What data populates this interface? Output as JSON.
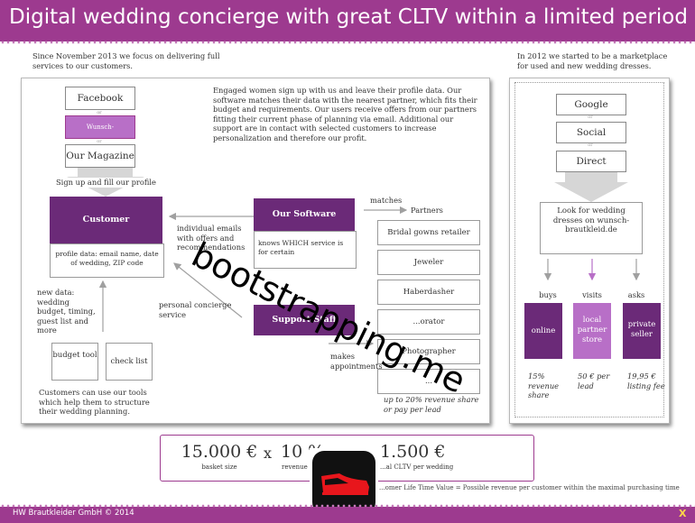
{
  "header": {
    "title": "Digital wedding concierge with great CLTV within a limited period"
  },
  "left_intro": "Since November 2013 we focus on delivering full services to our customers.",
  "right_intro": "In 2012 we started to be a marketplace for used and new wedding dresses.",
  "left_panel": {
    "sources": [
      "Facebook",
      "Wunsch-Brautkleid.de",
      "Our Magazine"
    ],
    "or_label": "or",
    "signup_label": "Sign up and fill our profile",
    "description": "Engaged women sign up with us and leave their profile data. Our software matches their data with the nearest partner, which fits their budget and requirements. Our users receive offers from our partners fitting their current phase of planning via email. Additional our support are in contact with selected customers to increase personalization and therefore our profit.",
    "customer_label": "Customer",
    "customer_profile": "profile data: email name, date of wedding, ZIP code",
    "individual_emails": "individual emails with offers and recommendations",
    "personal_service": "personal concierge service",
    "new_data": "new data: wedding budget, timing, guest list and more",
    "tools": [
      "budget tool",
      "check list"
    ],
    "tools_caption": "Customers can use our tools which help them to structure their wedding planning.",
    "software_label": "Our Software",
    "software_text": "knows WHICH service is for certain",
    "support_label": "Support Staff",
    "matches_label": "matches",
    "partners_label": "Partners",
    "makes_appointments": "makes appointments",
    "partner_list": [
      "Bridal gowns retailer",
      "Jeweler",
      "Haberdasher",
      "...orator",
      "Photographer",
      "..."
    ],
    "revenue_note": "up to 20% revenue share or pay per lead"
  },
  "right_panel": {
    "sources": [
      "Google",
      "Social",
      "Direct"
    ],
    "or_label": "or",
    "lookfor": "Look for wedding dresses on wunsch-brautkleid.de",
    "actions": [
      "buys",
      "visits",
      "asks"
    ],
    "boxes": [
      {
        "label": "online",
        "style": "dark"
      },
      {
        "label": "local partner store",
        "style": "light"
      },
      {
        "label": "private seller",
        "style": "dark"
      }
    ],
    "revenue": [
      "15% revenue share",
      "50 € per lead",
      "19,95 € listing fee"
    ]
  },
  "formula": {
    "basket_value": "15.000 €",
    "basket_label": "basket size",
    "operator": "x",
    "revenue_value": "10 %",
    "revenue_label": "revenue",
    "cltv_value": "1.500 €",
    "cltv_label": "...al CLTV per wedding"
  },
  "cltv_definition": "...omer Life Time Value = Possible revenue per customer within the maximal purchasing time",
  "watermark": "bootstrapping.me",
  "footer": {
    "copyright": "HW Brautkleider GmbH © 2014",
    "mark": "X"
  },
  "colors": {
    "brand": "#9d3a8f",
    "dark_purple": "#6b2a78",
    "light_purple": "#b86fc7",
    "shoe_red": "#e8161c"
  },
  "icons": [
    "shoe-app-icon"
  ]
}
